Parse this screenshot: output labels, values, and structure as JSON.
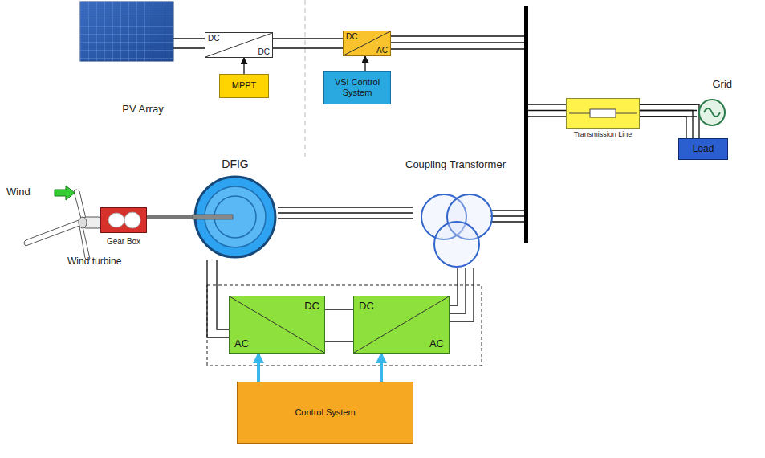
{
  "diagram": {
    "nodes": [
      {
        "text": [
          "PV Array"
        ]
      },
      {
        "text": [
          "DC",
          "DC"
        ]
      },
      {
        "text": [
          "MPPT"
        ]
      },
      {
        "text": [
          "DC",
          "AC"
        ]
      },
      {
        "text": [
          "VSI Control System"
        ]
      },
      {
        "text": [
          "Transmission Line"
        ]
      },
      {
        "text": [
          "Grid"
        ]
      },
      {
        "text": [
          "Load"
        ]
      },
      {
        "text": [
          "Gear Box"
        ]
      },
      {
        "text": [
          "DFIG"
        ]
      },
      {
        "text": [
          "Coupling Transformer"
        ]
      },
      {
        "text": [
          "DC",
          "AC"
        ]
      },
      {
        "text": [
          "DC",
          "AC"
        ]
      },
      {
        "text": [
          "Control System"
        ]
      }
    ],
    "edges": [
      {
        "from": 0,
        "to": 1,
        "arrow": "none"
      },
      {
        "from": 2,
        "to": 1,
        "arrow": "to"
      },
      {
        "from": 1,
        "to": 3,
        "arrow": "none"
      },
      {
        "from": 4,
        "to": 3,
        "arrow": "to"
      },
      {
        "from": 5,
        "to": 6,
        "arrow": "none"
      },
      {
        "from": 5,
        "to": 7,
        "arrow": "none"
      },
      {
        "from": 8,
        "to": 9,
        "arrow": "none"
      },
      {
        "from": 9,
        "to": 10,
        "arrow": "none"
      },
      {
        "from": 9,
        "to": 11,
        "arrow": "none"
      },
      {
        "from": 11,
        "to": 12,
        "arrow": "none"
      },
      {
        "from": 12,
        "to": 10,
        "arrow": "none"
      },
      {
        "from": 13,
        "to": 11,
        "arrow": "to"
      },
      {
        "from": 13,
        "to": 12,
        "arrow": "to"
      }
    ],
    "labels": [
      "Wind",
      "Wind turbine"
    ]
  }
}
